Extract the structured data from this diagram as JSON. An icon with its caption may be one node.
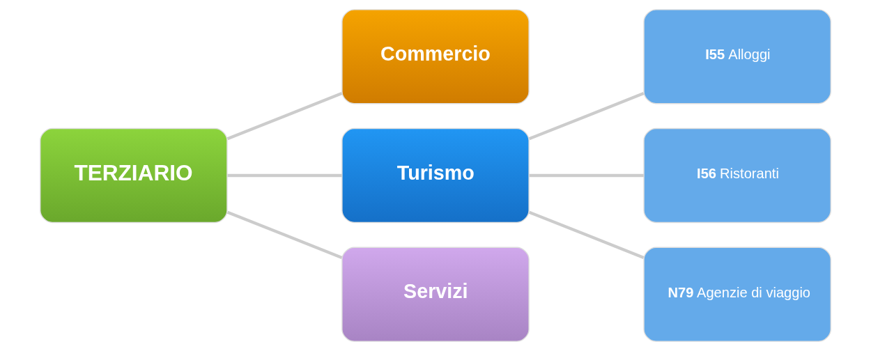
{
  "diagram": {
    "nodes": [
      {
        "text": [
          "TERZIARIO"
        ]
      },
      {
        "text": [
          "Commercio"
        ]
      },
      {
        "text": [
          "Turismo"
        ]
      },
      {
        "text": [
          "Servizi"
        ]
      },
      {
        "text": [
          "**I55** Alloggi"
        ]
      },
      {
        "text": [
          "**I56** Ristoranti"
        ]
      },
      {
        "text": [
          "**N79** Agenzie di viaggio"
        ]
      }
    ],
    "edges": [
      {
        "from": 0,
        "to": 1,
        "arrow": "none"
      },
      {
        "from": 0,
        "to": 2,
        "arrow": "none"
      },
      {
        "from": 0,
        "to": 3,
        "arrow": "none"
      },
      {
        "from": 2,
        "to": 4,
        "arrow": "none"
      },
      {
        "from": 2,
        "to": 5,
        "arrow": "none"
      },
      {
        "from": 2,
        "to": 6,
        "arrow": "none"
      }
    ]
  }
}
